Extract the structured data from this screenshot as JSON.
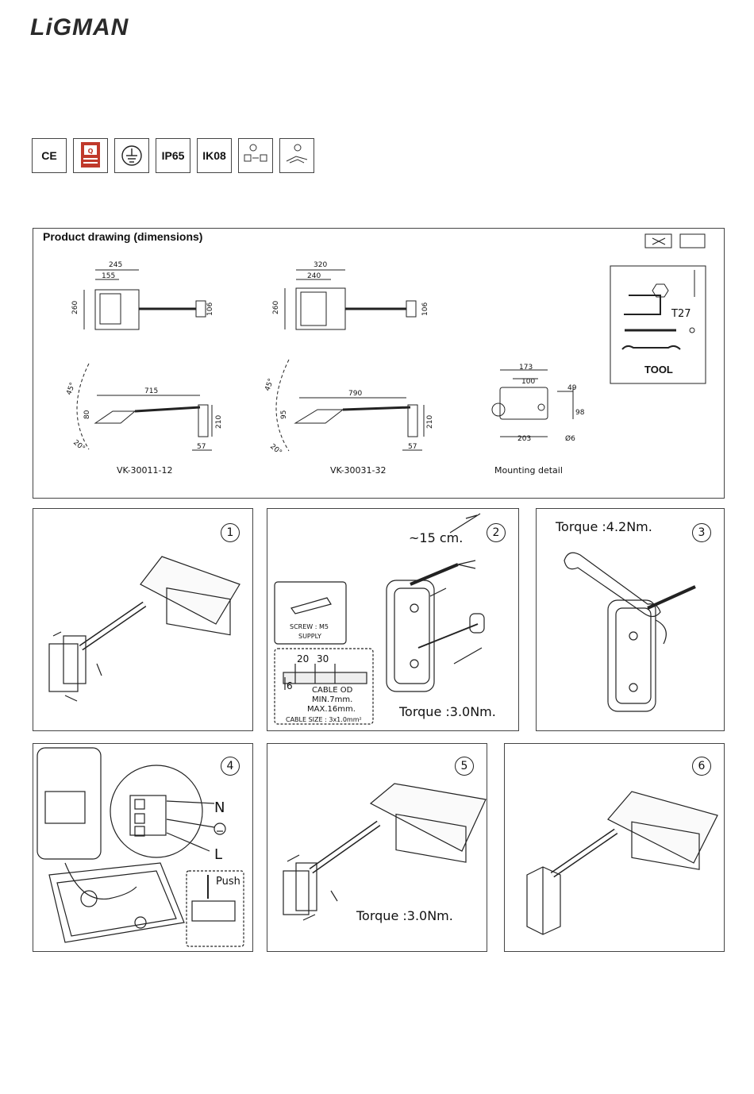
{
  "brand": {
    "logo": "LiGMAN"
  },
  "certifications": {
    "ce": "CE",
    "ip": "IP65",
    "ik": "IK08"
  },
  "drawing": {
    "title": "Product drawing (dimensions)",
    "model_a": {
      "label": "VK-30011-12",
      "w1": "245",
      "w2": "155",
      "h": "260",
      "cap": "106",
      "reach": "715",
      "ang1": "45°",
      "ang2": "20°",
      "d80": "80",
      "h210": "210",
      "d57": "57"
    },
    "model_b": {
      "label": "VK-30031-32",
      "w1": "320",
      "w2": "240",
      "h": "260",
      "cap": "106",
      "reach": "790",
      "ang1": "45°",
      "ang2": "20°",
      "d95": "95",
      "h210": "210",
      "d57": "57"
    },
    "mounting": {
      "label": "Mounting detail",
      "d173": "173",
      "d100": "100",
      "d49": "49",
      "d98": "98",
      "d203": "203",
      "d6": "Ø6"
    },
    "tool": {
      "t27": "T27",
      "label": "TOOL"
    }
  },
  "steps": {
    "s1": {
      "num": "1"
    },
    "s2": {
      "num": "2",
      "length": "~15 cm.",
      "screw": "SCREW : M5",
      "supply": "SUPPLY",
      "d20": "20",
      "d30": "30",
      "d6": "6",
      "cable_od": "CABLE OD",
      "min": "MIN.7mm.",
      "max": "MAX.16mm.",
      "cable_size": "CABLE SIZE : 3x1.0mm²",
      "torque": "Torque :3.0Nm."
    },
    "s3": {
      "num": "3",
      "torque": "Torque :4.2Nm."
    },
    "s4": {
      "num": "4",
      "n": "N",
      "l": "L",
      "push": "Push"
    },
    "s5": {
      "num": "5",
      "torque": "Torque :3.0Nm."
    },
    "s6": {
      "num": "6"
    }
  }
}
